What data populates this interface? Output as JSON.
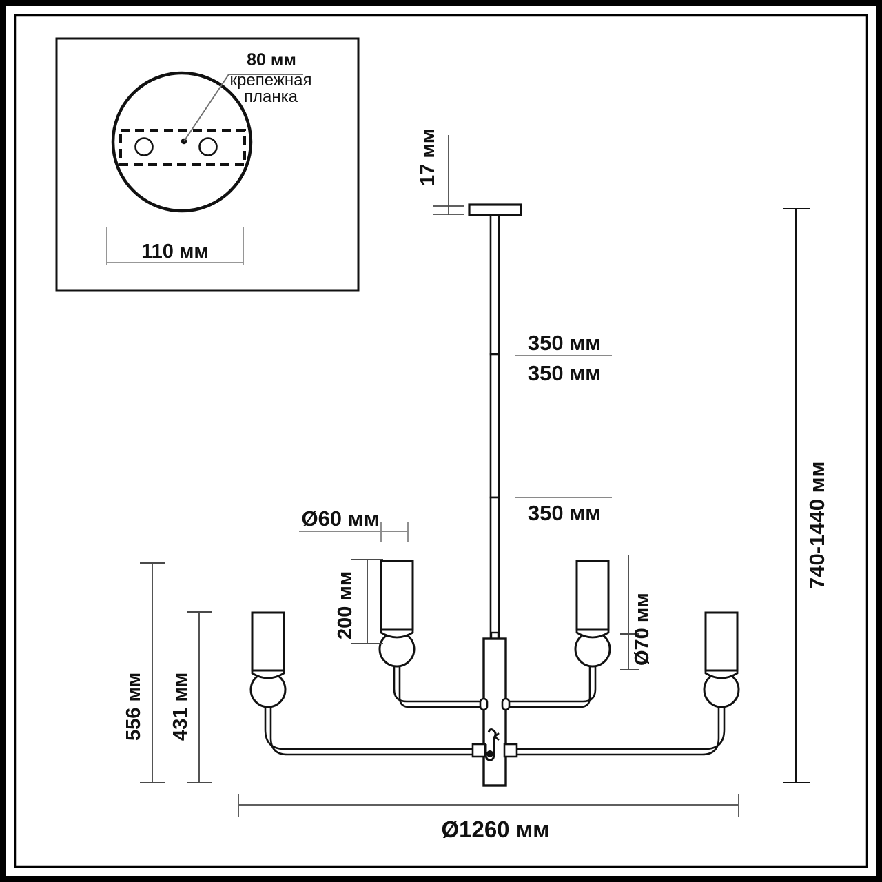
{
  "drawing": {
    "title": "Chandelier technical dimension drawing",
    "units_suffix": "мм",
    "line_color": "#111111",
    "dim_line_color": "#8a8a8a",
    "frame_color": "#000000",
    "background": "#ffffff"
  },
  "inset_panel": {
    "name": "ceiling-mount-detail",
    "dimensions": {
      "plate_width": "110 мм",
      "bracket_width": "80 мм"
    },
    "annotation": {
      "line1": "крепежная",
      "line2": "планка"
    }
  },
  "main_view": {
    "dimensions": {
      "canopy_thickness": "17 мм",
      "rod_segment_upper": "350 мм",
      "rod_segment_middle": "350 мм",
      "rod_segment_lower": "350 мм",
      "total_height_range": "740-1440 мм",
      "shade_diameter": "Ø60 мм",
      "shade_height": "200 мм",
      "sphere_diameter": "Ø70 мм",
      "overall_height_outer": "556 мм",
      "overall_height_inner": "431 мм",
      "overall_width": "Ø1260 мм"
    }
  }
}
